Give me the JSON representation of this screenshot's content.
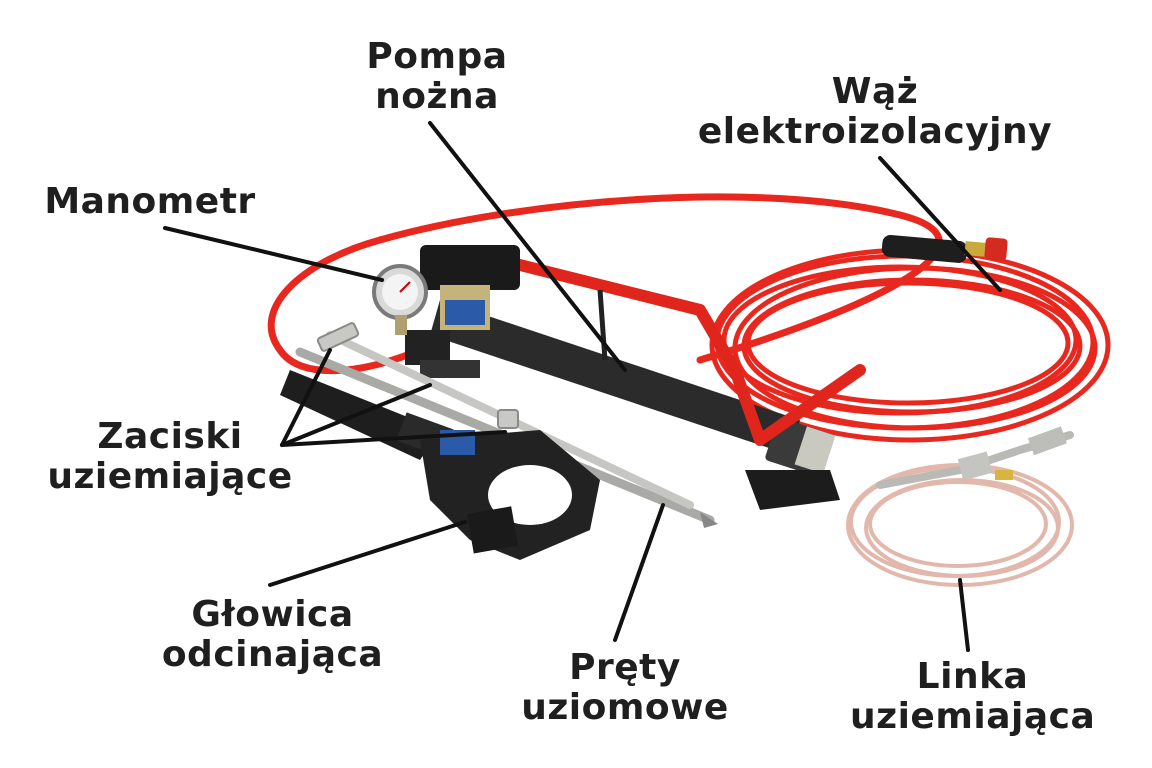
{
  "labels": {
    "pompa": {
      "line1": "Pompa",
      "line2": "nożna"
    },
    "waz": {
      "line1": "Wąż",
      "line2": "elektroizolacyjny"
    },
    "manometr": {
      "line1": "Manometr"
    },
    "zaciski": {
      "line1": "Zaciski",
      "line2": "uziemiające"
    },
    "glowica": {
      "line1": "Głowica",
      "line2": "odcinająca"
    },
    "prety": {
      "line1": "Pręty",
      "line2": "uziomowe"
    },
    "linka": {
      "line1": "Linka",
      "line2": "uziemiająca"
    }
  },
  "colors": {
    "hose": "#e8281e",
    "pump_body": "#2b2b2b",
    "rod": "#b8b8b4",
    "cable": "#e3b8ac",
    "leader": "#111111",
    "text": "#1f1f1f"
  }
}
